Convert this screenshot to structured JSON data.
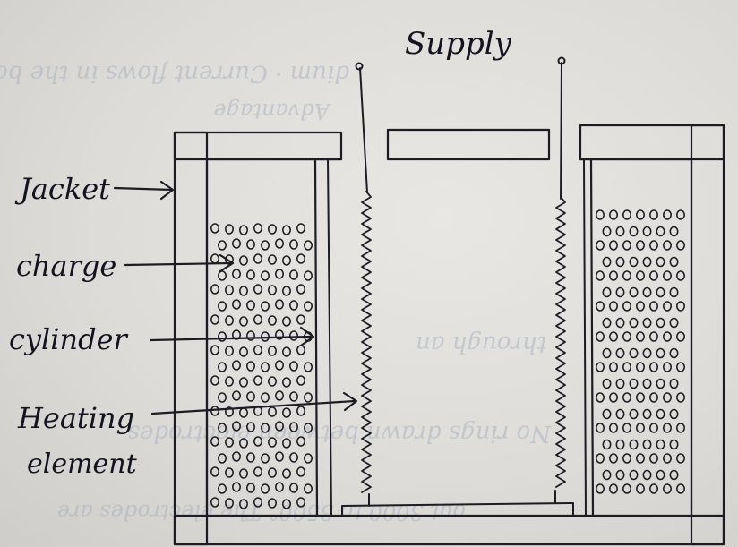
{
  "diagram": {
    "labels": {
      "supply": "Supply",
      "jacket": "Jacket",
      "charge": "charge",
      "cylinder": "cylinder",
      "heating": "Heating",
      "element": "element"
    },
    "bleed_through": {
      "line1": "dium · Current flows in the boron",
      "line2": "Advantage",
      "line3": "through an",
      "line4": "No rings drawn between electrodes",
      "line5": "out 3000 to 3500° The electrodes are"
    },
    "ink_color": "#1c1c24",
    "paper_color": "#dcdad6"
  }
}
